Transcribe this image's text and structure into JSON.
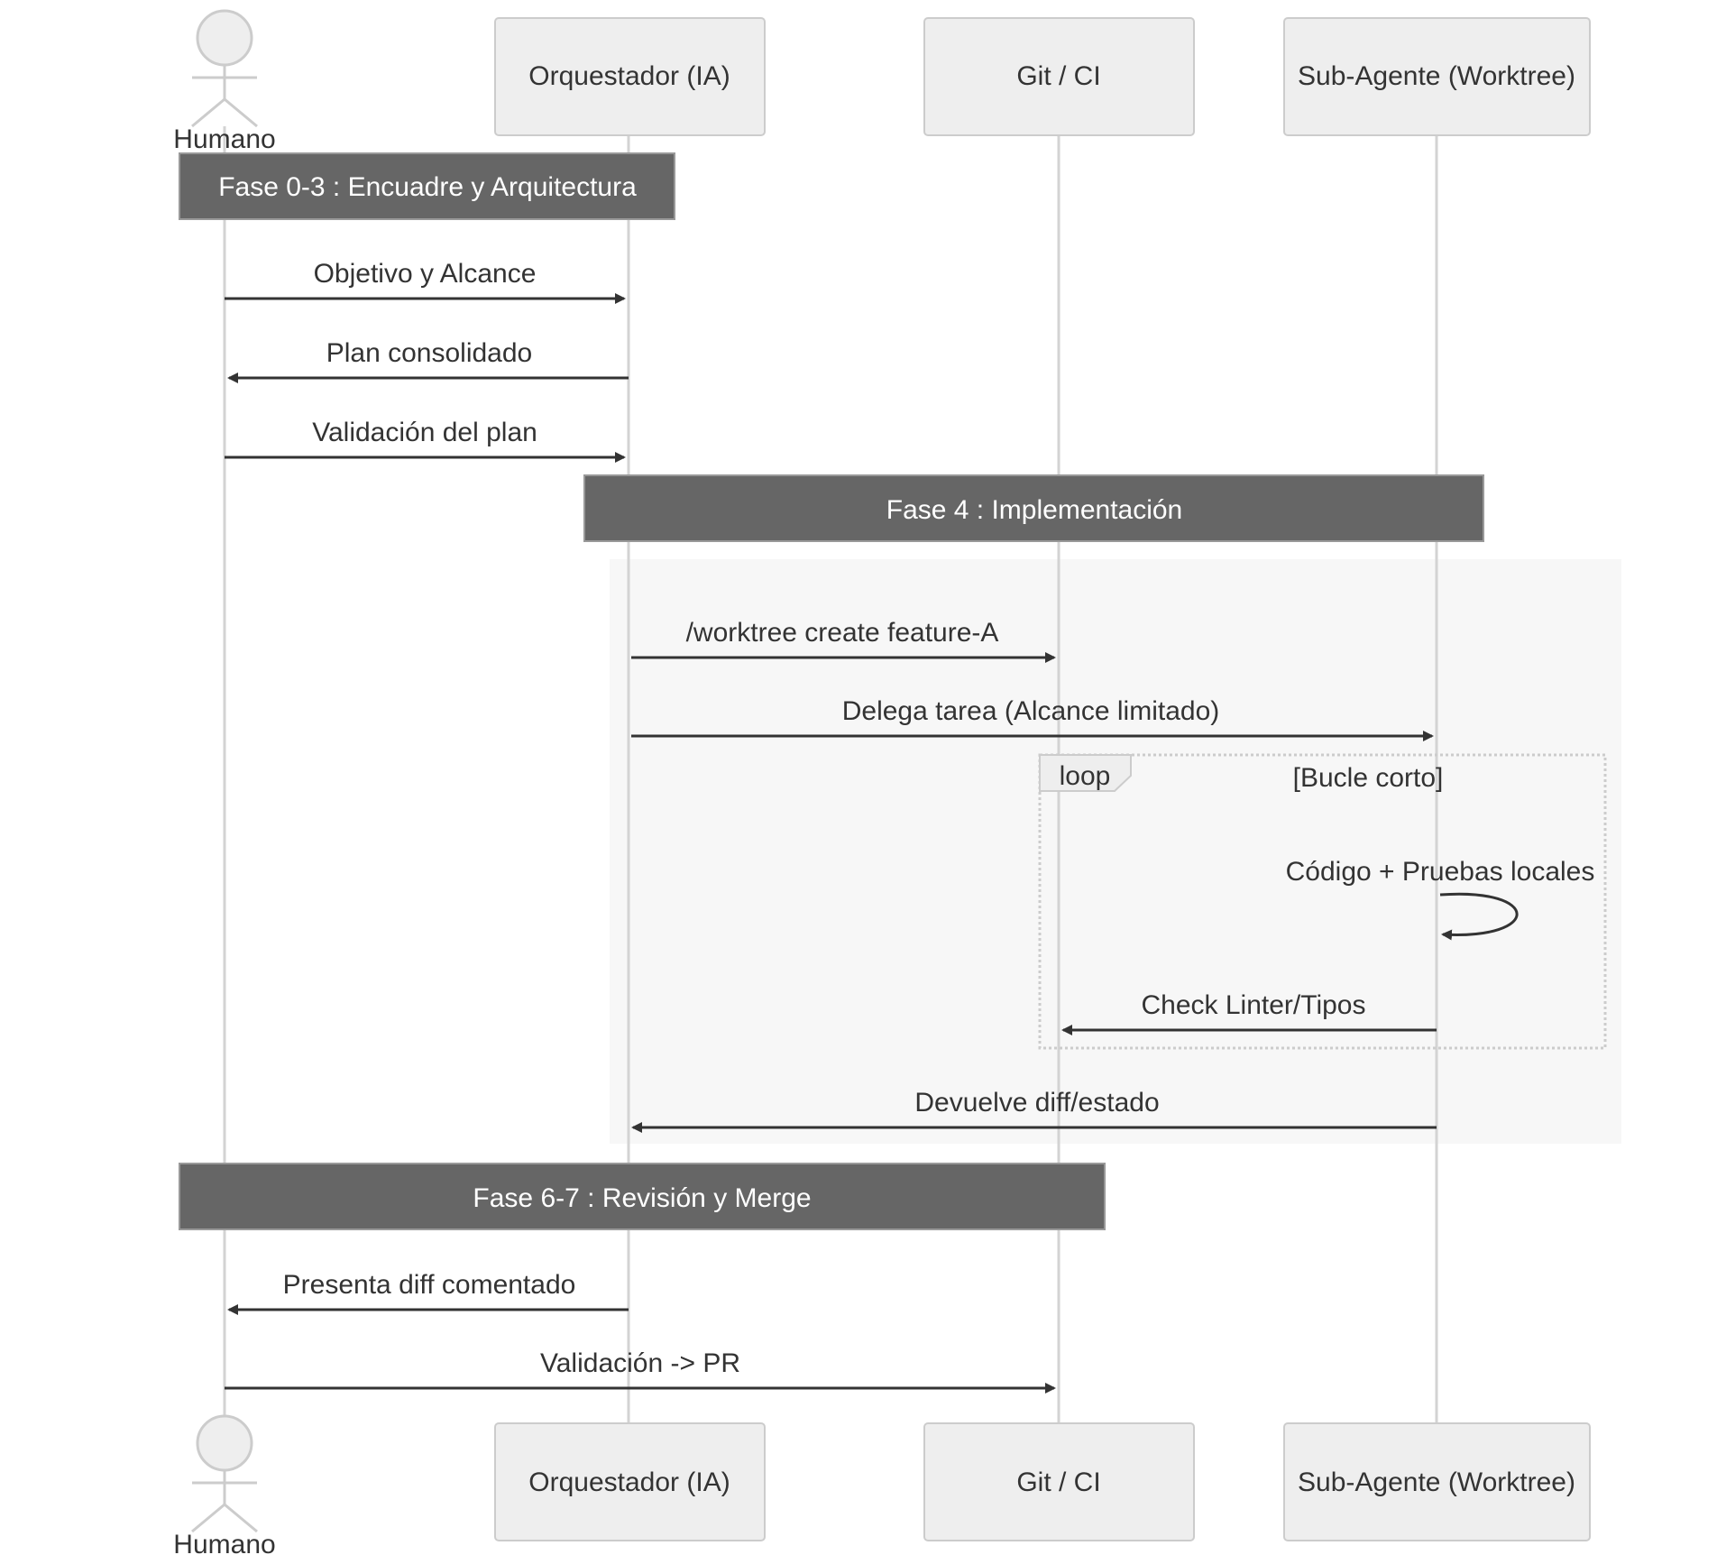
{
  "participants": {
    "human": "Humano",
    "orchestrator": "Orquestador (IA)",
    "git": "Git / CI",
    "subagent": "Sub-Agente (Worktree)"
  },
  "phases": {
    "phase1": "Fase 0-3 : Encuadre y Arquitectura",
    "phase2": "Fase 4 : Implementación",
    "phase3": "Fase 6-7 : Revisión y Merge"
  },
  "messages": {
    "m1": "Objetivo y Alcance",
    "m2": "Plan consolidado",
    "m3": "Validación del plan",
    "m4": "/worktree create feature-A",
    "m5": "Delega tarea (Alcance limitado)",
    "m6": "Código + Pruebas locales",
    "m7": "Check Linter/Tipos",
    "m8": "Devuelve diff/estado",
    "m9": "Presenta diff comentado",
    "m10": "Validación -> PR"
  },
  "loop": {
    "keyword": "loop",
    "condition": "[Bucle corto]"
  }
}
